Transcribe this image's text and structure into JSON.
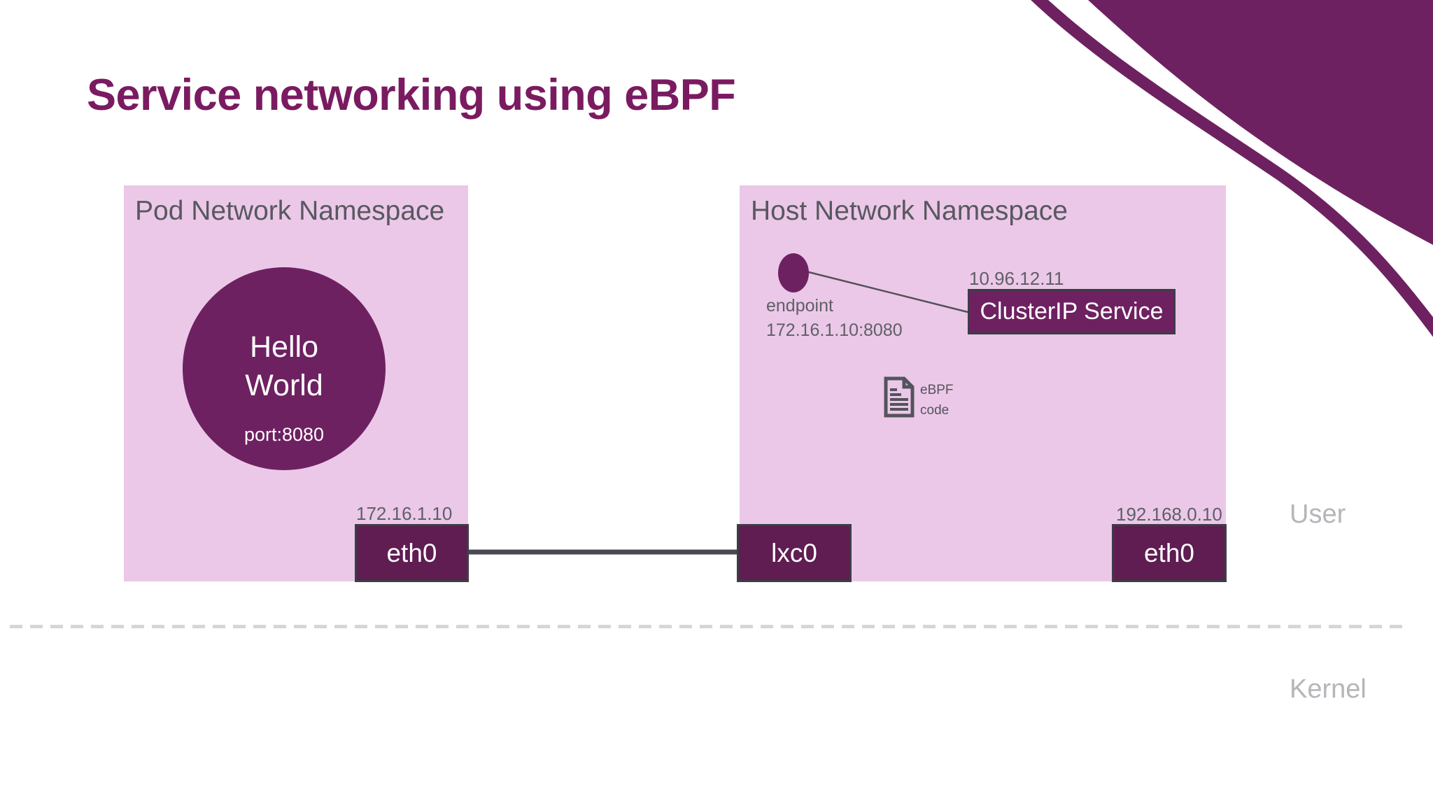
{
  "slide": {
    "title": "Service networking using eBPF",
    "user_space_label": "User",
    "kernel_space_label": "Kernel"
  },
  "pod_namespace": {
    "label": "Pod Network Namespace",
    "app": {
      "name": "Hello World",
      "port": "port:8080"
    },
    "interface": {
      "ip": "172.16.1.10",
      "name": "eth0"
    }
  },
  "host_namespace": {
    "label": "Host Network Namespace",
    "endpoint": {
      "label": "endpoint",
      "address": "172.16.1.10:8080"
    },
    "service": {
      "ip": "10.96.12.11",
      "name": "ClusterIP Service"
    },
    "ebpf_code": {
      "label": "eBPF\ncode"
    },
    "veth": {
      "name": "lxc0"
    },
    "interface": {
      "ip": "192.168.0.10",
      "name": "eth0"
    }
  },
  "colors": {
    "accent_purple": "#6e2161",
    "title_purple": "#7a1b61",
    "panel_pink": "#ebc8e8",
    "port_box_purple": "#5f1d52",
    "box_border_dark": "#3d3d46",
    "connector_dark": "#4a4a52",
    "endpoint_line": "#56505a",
    "label_gray": "#585860",
    "value_gray": "#5f5f66",
    "muted_gray": "#b5b5ba",
    "divider_gray": "#d6d6da",
    "icon_gray": "#54545c"
  }
}
